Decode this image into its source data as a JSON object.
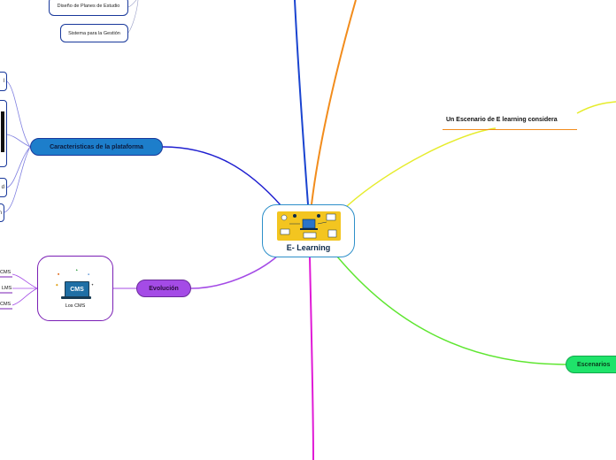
{
  "central": {
    "title": "E- Learning"
  },
  "topics": {
    "caracteristicas": "Caracteristicas de la plataforma",
    "evolucion": "Evolución",
    "escenarios": "Escenarios",
    "escenario_considera": "Un Escenario de E learning considera"
  },
  "subtopics": {
    "diseno": "Diseño de Planes de Estudio",
    "sistema": "Sistema para la Gestión"
  },
  "cms": {
    "caption": "Los CMS",
    "screen_text": "CMS",
    "left_labels": [
      "CMS",
      "LMS",
      "CMS"
    ]
  },
  "cut_labels": [
    "l",
    "d",
    "n"
  ],
  "colors": {
    "blue": "#1d7ecb",
    "orange": "#f28c1c",
    "yellow": "#e6ec2c",
    "green": "#1fe36a",
    "magenta": "#e01ad6",
    "purple": "#a44be6",
    "navy": "#18389b"
  }
}
